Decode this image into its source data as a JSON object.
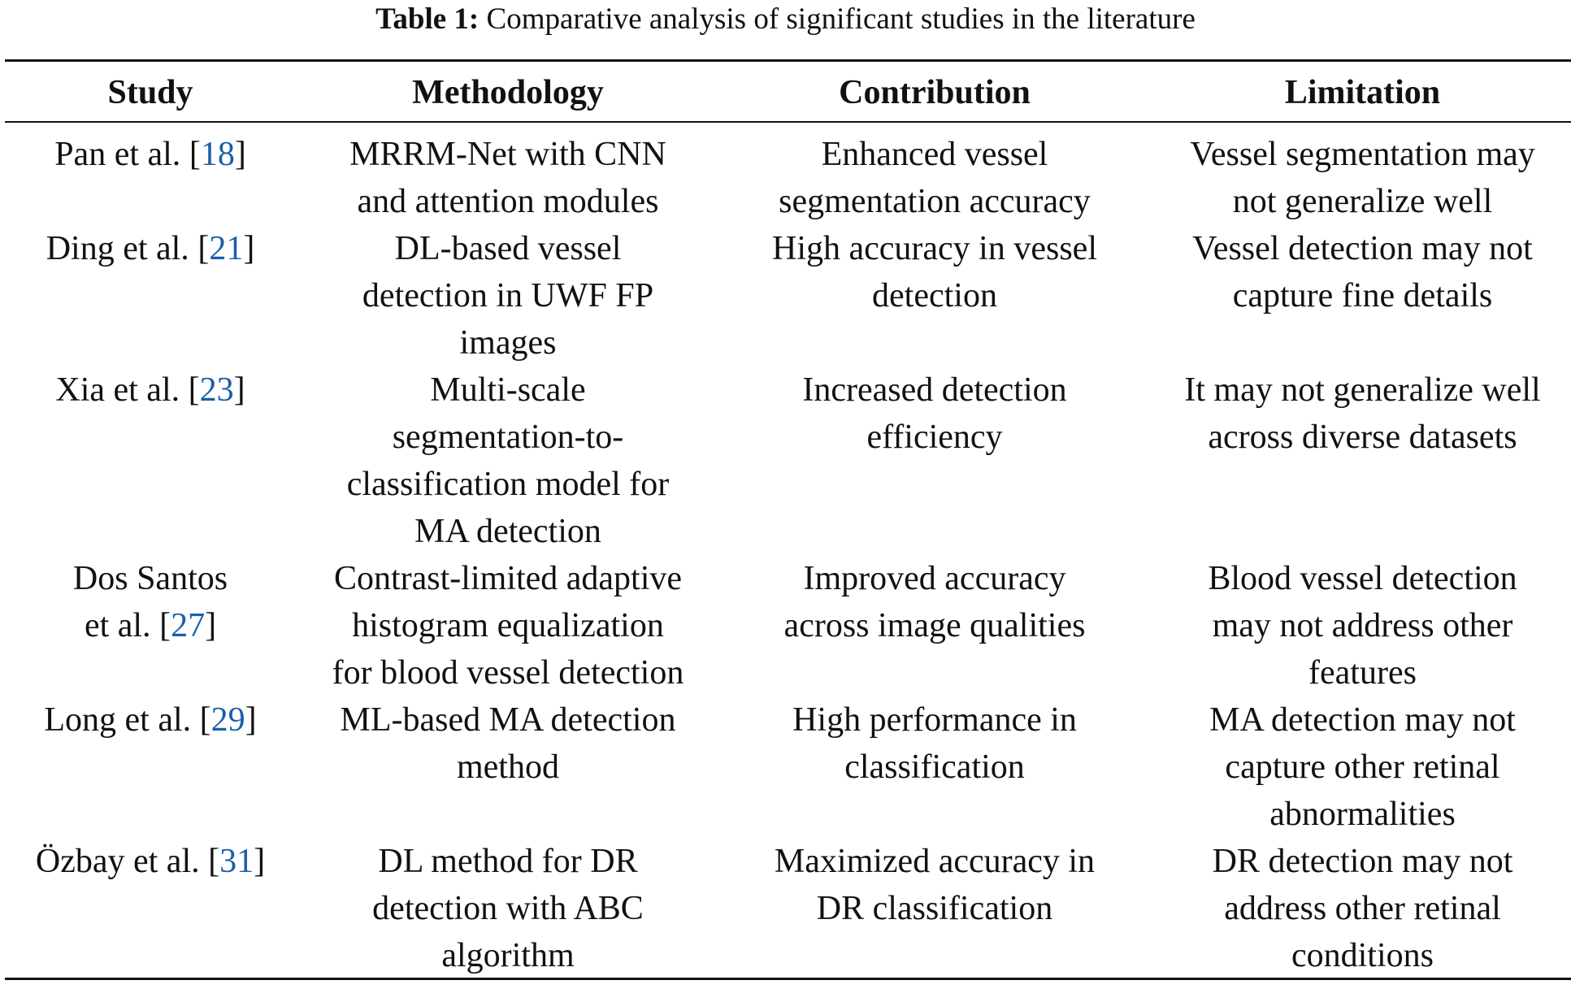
{
  "caption": {
    "label": "Table 1:",
    "text": "Comparative analysis of significant studies in the literature"
  },
  "headers": [
    "Study",
    "Methodology",
    "Contribution",
    "Limitation"
  ],
  "rows": [
    {
      "study": [
        "Pan et al. "
      ],
      "ref": "18",
      "methodology": [
        "MRRM-Net with CNN",
        "and attention modules"
      ],
      "contribution": [
        "Enhanced vessel",
        "segmentation accuracy"
      ],
      "limitation": [
        "Vessel segmentation may",
        "not generalize well"
      ]
    },
    {
      "study": [
        "Ding et al. "
      ],
      "ref": "21",
      "methodology": [
        "DL-based vessel",
        "detection in UWF FP",
        "images"
      ],
      "contribution": [
        "High accuracy in vessel",
        "detection"
      ],
      "limitation": [
        "Vessel detection may not",
        "capture fine details"
      ]
    },
    {
      "study": [
        "Xia et al. "
      ],
      "ref": "23",
      "methodology": [
        "Multi-scale",
        "segmentation-to-",
        "classification model for",
        "MA detection"
      ],
      "contribution": [
        "Increased detection",
        "efficiency"
      ],
      "limitation": [
        "It may not generalize well",
        "across diverse datasets"
      ]
    },
    {
      "study": [
        "Dos Santos",
        "et al. "
      ],
      "ref": "27",
      "methodology": [
        "Contrast-limited adaptive",
        "histogram equalization",
        "for blood vessel detection"
      ],
      "contribution": [
        "Improved accuracy",
        "across image qualities"
      ],
      "limitation": [
        "Blood vessel detection",
        "may not address other",
        "features"
      ]
    },
    {
      "study": [
        "Long et al. "
      ],
      "ref": "29",
      "methodology": [
        "ML-based MA detection",
        "method"
      ],
      "contribution": [
        "High performance in",
        "classification"
      ],
      "limitation": [
        "MA detection may not",
        "capture other retinal",
        "abnormalities"
      ]
    },
    {
      "study": [
        "Özbay et al. "
      ],
      "ref": "31",
      "methodology": [
        "DL method for DR",
        "detection with ABC",
        "algorithm"
      ],
      "contribution": [
        "Maximized accuracy in",
        "DR classification"
      ],
      "limitation": [
        "DR detection may not",
        "address other retinal",
        "conditions"
      ]
    }
  ]
}
